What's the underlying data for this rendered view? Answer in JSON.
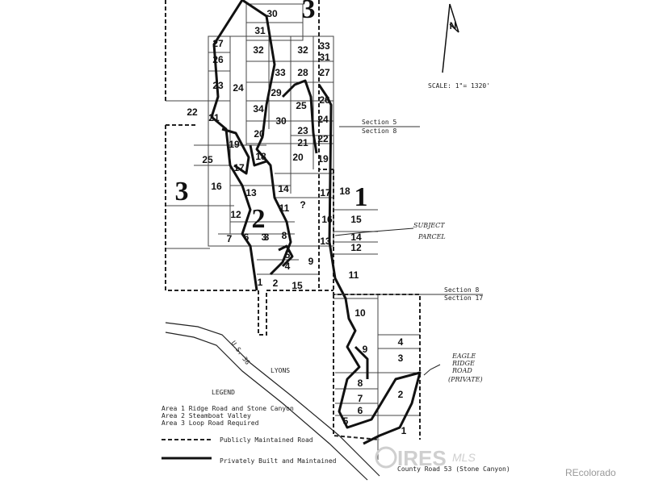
{
  "map": {
    "scale": "SCALE: 1\"= 1320'",
    "north": "N",
    "section_5": "Section 5",
    "section_8_top": "Section 8",
    "section_8_bottom": "Section 8",
    "section_17": "Section 17",
    "subject_parcel_line1": "SUBJECT",
    "subject_parcel_line2": "PARCEL",
    "eagle_ridge_line1": "EAGLE",
    "eagle_ridge_line2": "RIDGE",
    "eagle_ridge_line3": "ROAD",
    "eagle_ridge_line4": "(PRIVATE)",
    "us36": "U.S. 36",
    "lyons": "LYONS",
    "county_road": "County Road 53 (Stone Canyon)",
    "area_labels": [
      "1",
      "2",
      "3",
      "3"
    ],
    "lots": [
      "30",
      "31",
      "27",
      "26",
      "32",
      "32",
      "33",
      "31",
      "23",
      "24",
      "33",
      "28",
      "27",
      "29",
      "25",
      "26",
      "22",
      "21",
      "34",
      "30",
      "24",
      "23",
      "20",
      "21",
      "22",
      "19",
      "18",
      "20",
      "19",
      "25",
      "17",
      "16",
      "14",
      "3",
      "17",
      "18",
      "13",
      "11",
      "?",
      "12",
      "16",
      "15",
      "6",
      "3",
      "8",
      "13",
      "14",
      "12",
      "7",
      "5",
      "4",
      "9",
      "1",
      "2",
      "15",
      "11",
      "10",
      "4",
      "9",
      "3",
      "8",
      "2",
      "7",
      "6",
      "5",
      "1"
    ]
  },
  "legend": {
    "title": "LEGEND",
    "areas": [
      "Area 1 Ridge Road and Stone Canyon",
      "Area 2 Steamboat Valley",
      "Area 3 Loop Road Required"
    ],
    "public_road": "Publicly Maintained Road",
    "private_road": "Privately Built and Maintained"
  },
  "watermark": {
    "ires": "IRES",
    "mls": "MLS",
    "brand": "REcolorado"
  }
}
